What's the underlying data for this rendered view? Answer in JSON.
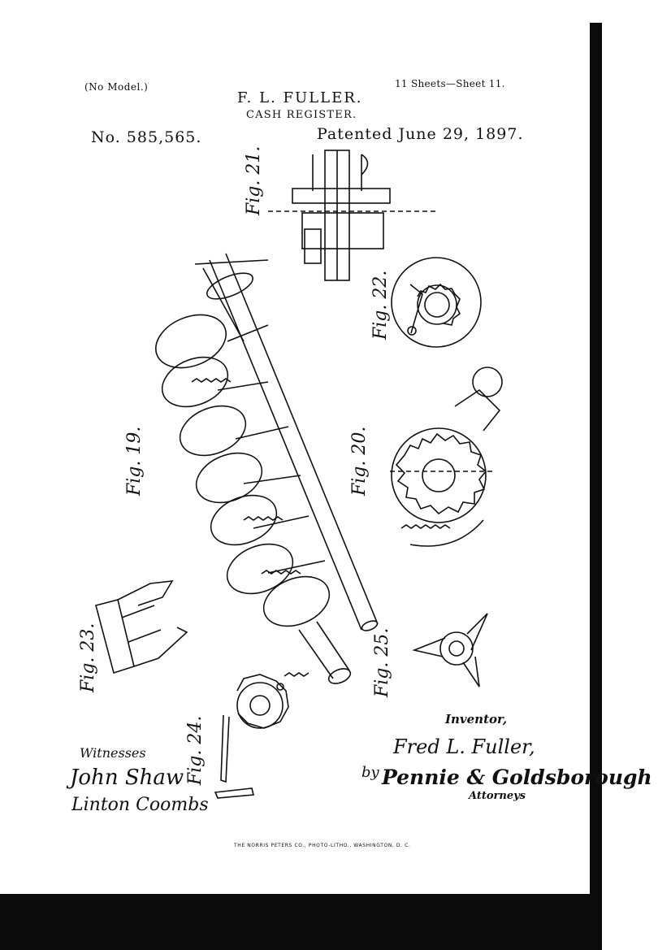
{
  "header": {
    "model_note": "(No Model.)",
    "sheets": "11 Sheets—Sheet 11.",
    "inventor": "F. L. FULLER.",
    "title": "CASH REGISTER.",
    "patent_number": "No. 585,565.",
    "patent_date": "Patented June 29, 1897."
  },
  "figures": {
    "fig19": "Fig. 19.",
    "fig20": "Fig. 20.",
    "fig21": "Fig. 21.",
    "fig22": "Fig. 22.",
    "fig23": "Fig. 23.",
    "fig24": "Fig. 24.",
    "fig25": "Fig. 25."
  },
  "signatures": {
    "witnesses_label": "Witnesses",
    "witness_1": "John Shaw",
    "witness_2": "Linton Coombs",
    "inventor_label": "Inventor,",
    "inventor_signature": "Fred L. Fuller,",
    "by": "by",
    "attorney_signature": "Pennie & Goldsborough",
    "attorneys_label": "Attorneys"
  },
  "footer": {
    "printer": "THE NORRIS PETERS CO., PHOTO-LITHO., WASHINGTON, D. C."
  }
}
